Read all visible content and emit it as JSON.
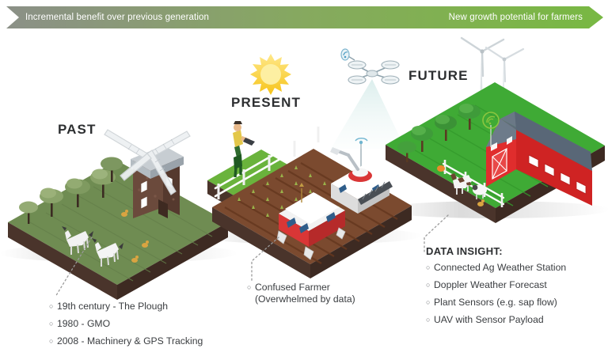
{
  "banner": {
    "left_label": "Incremental benefit over previous generation",
    "right_label": "New growth potential for farmers",
    "left_color": "#8b9087",
    "right_color": "#78b843"
  },
  "eras": {
    "past": {
      "title": "PAST",
      "scene_icon": "windmill-farm-isometric",
      "ground_color": "#6f8c52",
      "soil_color": "#4a342b"
    },
    "present": {
      "title": "PRESENT",
      "scene_icon": "robot-crop-field-isometric",
      "ground_color": "#7b4a2f",
      "soil_color": "#4a342b"
    },
    "future": {
      "title": "FUTURE",
      "scene_icon": "smart-barn-farm-isometric",
      "ground_color": "#3faa35",
      "soil_color": "#4a342b"
    }
  },
  "callouts": {
    "past": {
      "heading": "",
      "items": [
        "19th century - The Plough",
        "1980 - GMO",
        "2008 - Machinery & GPS Tracking"
      ]
    },
    "present": {
      "heading": "",
      "items": [
        "Confused Farmer\n(Overwhelmed by data)"
      ]
    },
    "future": {
      "heading": "DATA INSIGHT:",
      "items": [
        "Connected Ag Weather Station",
        "Doppler Weather Forecast",
        "Plant Sensors (e.g. sap flow)",
        "UAV with Sensor Payload"
      ]
    }
  },
  "bullet_glyph": "○",
  "scene_elements": {
    "past": [
      "windmill",
      "trees",
      "horse",
      "horse",
      "chickens",
      "grass-field"
    ],
    "present": [
      "sun",
      "farmer-with-tablet",
      "fence",
      "crop-rows",
      "harvester-robot",
      "tracked-robot",
      "sensor-pole"
    ],
    "future": [
      "drone",
      "wind-turbine",
      "wind-turbine",
      "red-barn",
      "wifi-sensor",
      "trees",
      "cow",
      "sheep",
      "fence",
      "pumpkin"
    ]
  }
}
